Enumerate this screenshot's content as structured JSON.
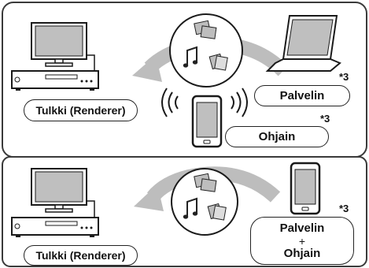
{
  "colors": {
    "panel_border": "#3a3a3a",
    "arrow": "#bdbdbd",
    "device_fill": "#ffffff",
    "device_stroke": "#1a1a1a",
    "screen_fill": "#bfbfbf"
  },
  "top_section": {
    "renderer_label": "Tulkki (Renderer)",
    "server_label": "Palvelin",
    "server_note": "*3",
    "controller_label": "Ohjain",
    "controller_note": "*3",
    "media_icons": [
      "photos-icon",
      "music-note-icon",
      "video-clips-icon"
    ]
  },
  "bottom_section": {
    "renderer_label": "Tulkki (Renderer)",
    "server_label": "Palvelin",
    "plus": "+",
    "controller_label": "Ohjain",
    "note": "*3",
    "media_icons": [
      "photos-icon",
      "music-note-icon",
      "video-clips-icon"
    ]
  }
}
